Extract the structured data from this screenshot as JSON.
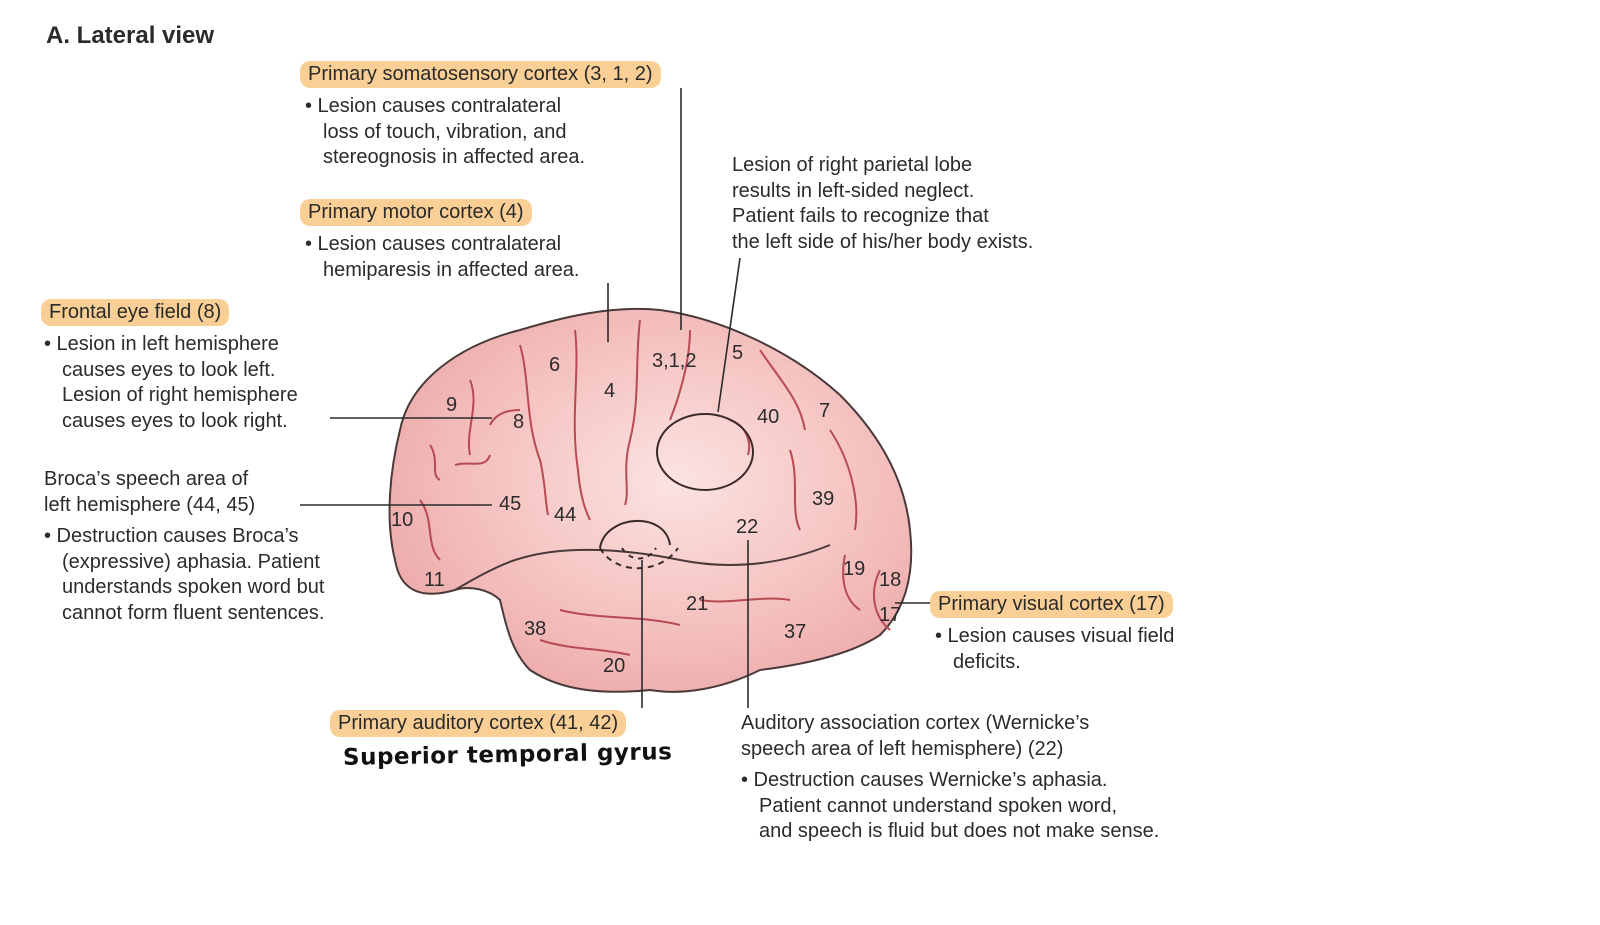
{
  "title": "A. Lateral view",
  "somatosensory": {
    "heading": "Primary somatosensory cortex (3, 1, 2)",
    "lines": [
      "• Lesion causes contralateral",
      "loss of touch, vibration, and",
      "stereognosis in affected area."
    ]
  },
  "parietal": {
    "lines": [
      "Lesion of right parietal lobe",
      "results in left-sided neglect.",
      "Patient fails to recognize that",
      "the left side of his/her body exists."
    ]
  },
  "motor": {
    "heading": "Primary motor cortex (4)",
    "lines": [
      "• Lesion causes contralateral",
      "hemiparesis in affected area."
    ]
  },
  "frontal_eye": {
    "heading": "Frontal eye field (8)",
    "lines": [
      "• Lesion in left hemisphere",
      "causes eyes to look left.",
      "Lesion of right hemisphere",
      "causes eyes to look right."
    ]
  },
  "broca": {
    "lines": [
      "Broca’s speech area of",
      "left hemisphere (44, 45)"
    ],
    "bullet": [
      "• Destruction causes Broca’s",
      "(expressive) aphasia. Patient",
      "understands spoken word but",
      "cannot form fluent sentences."
    ]
  },
  "visual": {
    "heading": "Primary visual cortex (17)",
    "lines": [
      "• Lesion causes visual field",
      "deficits."
    ]
  },
  "auditory": {
    "heading": "Primary auditory cortex (41, 42)",
    "handwritten": "Superior temporal gyrus"
  },
  "wernicke": {
    "lines": [
      "Auditory association cortex (Wernicke’s",
      "speech area of left hemisphere) (22)"
    ],
    "bullet": [
      "• Destruction causes Wernicke’s aphasia.",
      "Patient cannot understand spoken word,",
      "and speech is fluid but does not make sense."
    ]
  },
  "areas": {
    "a6": "6",
    "a4": "4",
    "a312": "3,1,2",
    "a5": "5",
    "a9": "9",
    "a8": "8",
    "a40": "40",
    "a7": "7",
    "a45": "45",
    "a44": "44",
    "a10": "10",
    "a22": "22",
    "a39": "39",
    "a11": "11",
    "a19": "19",
    "a18": "18",
    "a17": "17",
    "a21": "21",
    "a38": "38",
    "a37": "37",
    "a20": "20"
  },
  "colors": {
    "highlight": "#f9cf96",
    "brain_fill": "#f4bcbc",
    "sulci": "#b84a54"
  }
}
